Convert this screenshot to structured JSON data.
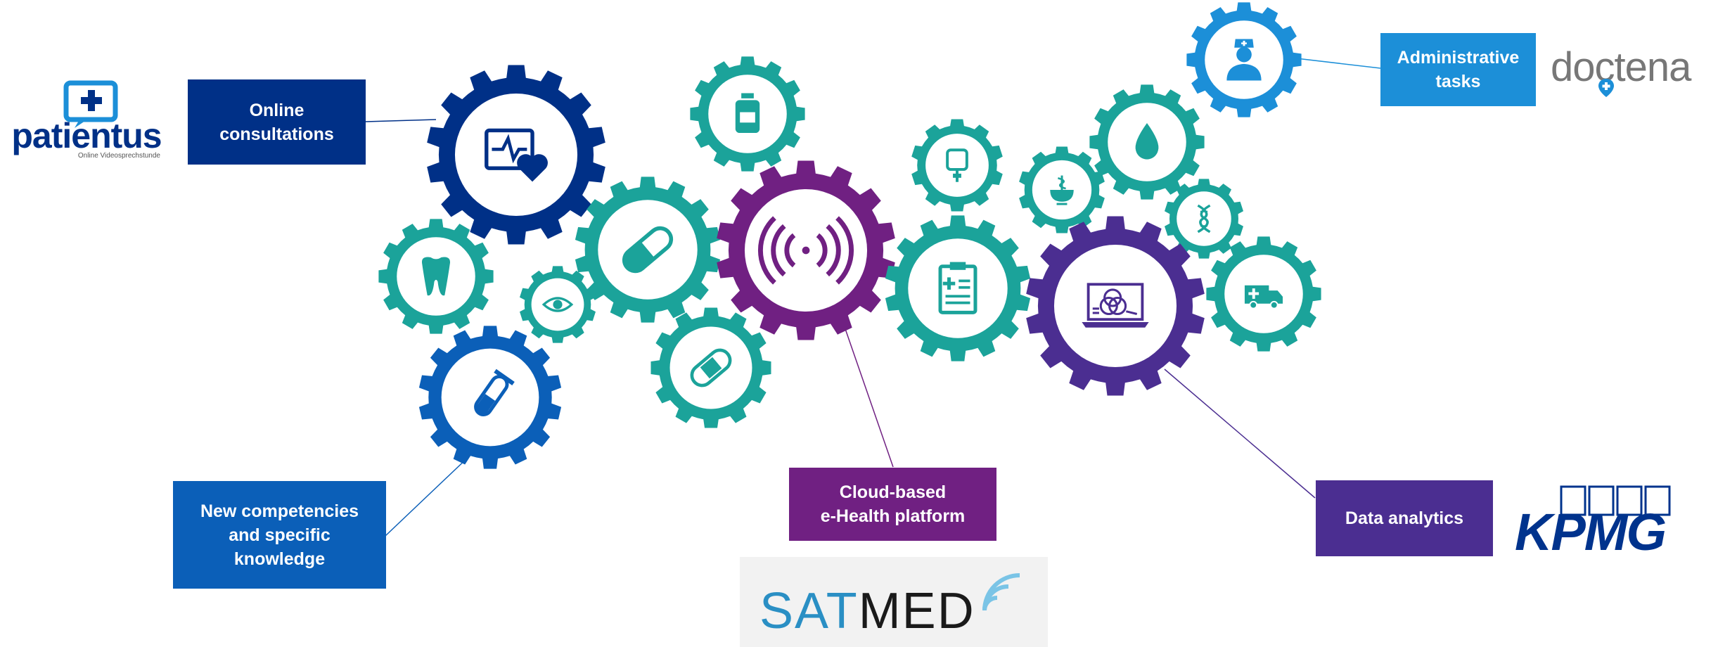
{
  "colors": {
    "navy": "#003087",
    "blue": "#0b5fb8",
    "light_blue": "#1c8fd8",
    "teal": "#1ba39a",
    "purple": "#702082",
    "violet": "#4b2e91",
    "kpmg_blue": "#00338d"
  },
  "labels": {
    "online_consultations": [
      "Online",
      "consultations"
    ],
    "new_competencies": [
      "New competencies",
      "and specific",
      "knowledge"
    ],
    "cloud_platform": [
      "Cloud-based",
      "e-Health platform"
    ],
    "administrative": [
      "Administrative",
      "tasks"
    ],
    "data_analytics": [
      "Data analytics"
    ]
  },
  "logos": {
    "patientus": {
      "name": "patientus",
      "tagline": "Online Videosprechstunde"
    },
    "doctena": {
      "name": "doctena"
    },
    "satmed": {
      "name_a": "SAT",
      "name_b": "MED"
    },
    "kpmg": {
      "name": "KPMG"
    }
  },
  "gears": [
    {
      "id": "heart-monitor",
      "color": "navy",
      "icon": "heart-monitor-icon"
    },
    {
      "id": "tooth",
      "color": "teal",
      "icon": "tooth-icon"
    },
    {
      "id": "eye",
      "color": "teal",
      "icon": "eye-icon"
    },
    {
      "id": "test-tube",
      "color": "blue",
      "icon": "test-tube-icon"
    },
    {
      "id": "pill",
      "color": "teal",
      "icon": "pill-icon"
    },
    {
      "id": "medicine-bottle",
      "color": "teal",
      "icon": "medicine-bottle-icon"
    },
    {
      "id": "bandage",
      "color": "teal",
      "icon": "bandage-icon"
    },
    {
      "id": "signal",
      "color": "purple",
      "icon": "signal-icon"
    },
    {
      "id": "iv-bag",
      "color": "teal",
      "icon": "iv-bag-icon"
    },
    {
      "id": "clipboard",
      "color": "teal",
      "icon": "clipboard-icon"
    },
    {
      "id": "pharmacy",
      "color": "teal",
      "icon": "pharmacy-icon"
    },
    {
      "id": "drop",
      "color": "teal",
      "icon": "drop-icon"
    },
    {
      "id": "nurse",
      "color": "light_blue",
      "icon": "nurse-icon"
    },
    {
      "id": "dna",
      "color": "teal",
      "icon": "dna-icon"
    },
    {
      "id": "laptop-analytics",
      "color": "violet",
      "icon": "laptop-analytics-icon"
    },
    {
      "id": "ambulance",
      "color": "teal",
      "icon": "ambulance-icon"
    }
  ]
}
